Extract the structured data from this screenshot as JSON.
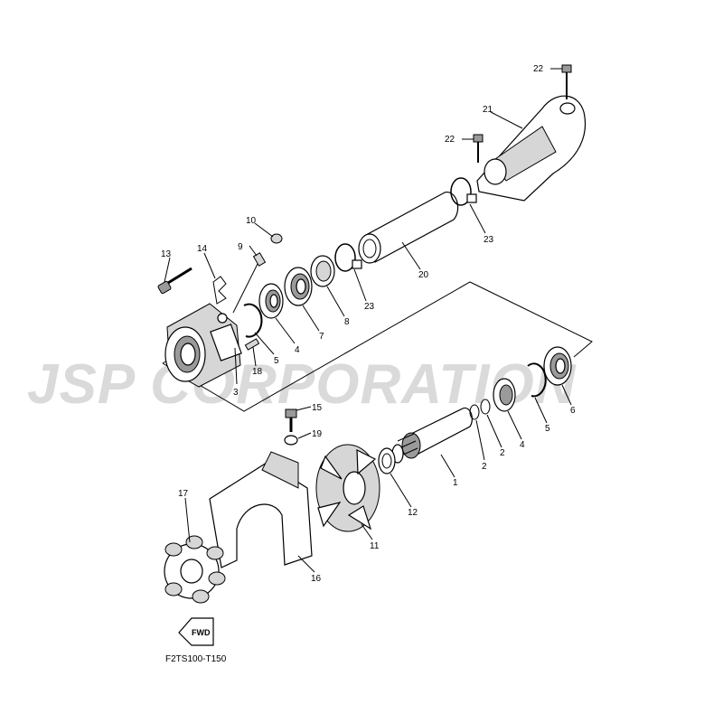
{
  "watermark": "JSP CORPORATION",
  "diagram_code": "F2TS100-T150",
  "fwd_label": "FWD",
  "callouts": {
    "c1": "1",
    "c2a": "2",
    "c2b": "2",
    "c3": "3",
    "c4a": "4",
    "c4b": "4",
    "c5a": "5",
    "c5b": "5",
    "c6": "6",
    "c7": "7",
    "c8": "8",
    "c9": "9",
    "c10": "10",
    "c11": "11",
    "c12": "12",
    "c13": "13",
    "c14": "14",
    "c15": "15",
    "c16": "16",
    "c17": "17",
    "c18": "18",
    "c19": "19",
    "c20": "20",
    "c21": "21",
    "c22a": "22",
    "c22b": "22",
    "c23a": "23",
    "c23b": "23"
  }
}
